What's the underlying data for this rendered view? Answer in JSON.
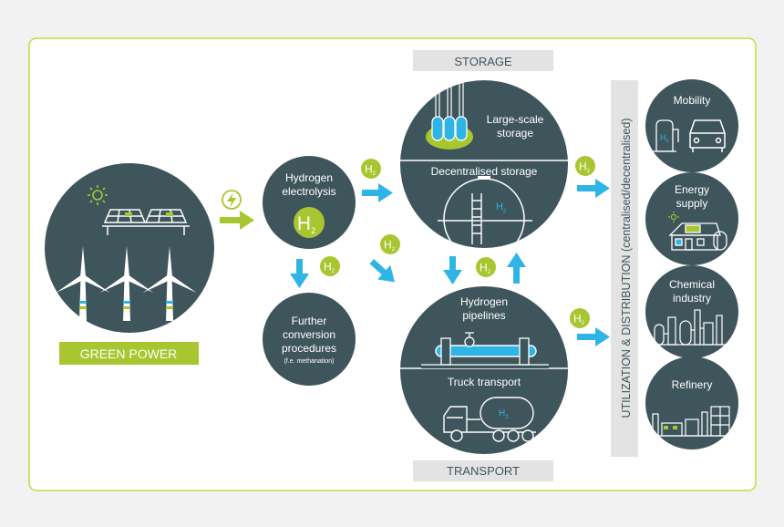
{
  "colors": {
    "page_bg": "#f2f2f2",
    "panel_bg": "#ffffff",
    "frame": "#c7d93d",
    "circle_fill": "#3f555c",
    "lime": "#a8c62f",
    "arrow_blue": "#2fb5e5",
    "label_gray": "#e3e3e3",
    "text_dark": "#3f555c",
    "icon_stroke": "#ffffff"
  },
  "labels": {
    "green_power": "GREEN POWER",
    "storage": "STORAGE",
    "transport": "TRANSPORT",
    "utilization": "UTILIZATION & DISTRIBUTION (centralised/decentralised)"
  },
  "nodes": {
    "electrolysis": {
      "line1": "Hydrogen",
      "line2": "electrolysis"
    },
    "h2_main": {
      "h": "H",
      "sub": "2"
    },
    "conversion": {
      "line1": "Further",
      "line2": "conversion",
      "line3": "procedures",
      "note": "(f.e. methanation)"
    },
    "large_storage": {
      "line1": "Large-scale",
      "line2": "storage"
    },
    "decentral_storage": {
      "label": "Decentralised storage"
    },
    "pipelines": {
      "line1": "Hydrogen",
      "line2": "pipelines"
    },
    "truck": {
      "label": "Truck transport"
    },
    "mobility": {
      "label": "Mobility"
    },
    "energy": {
      "line1": "Energy",
      "line2": "supply"
    },
    "chemical": {
      "line1": "Chemical",
      "line2": "industry"
    },
    "refinery": {
      "label": "Refinery"
    }
  },
  "h2_badge": {
    "h": "H",
    "sub": "2"
  },
  "icons": [
    "sun-icon",
    "solar-panel-icon",
    "wind-turbine-icon",
    "lightning-icon",
    "storage-tube-icon",
    "tank-icon",
    "ladder-icon",
    "pipeline-icon",
    "truck-icon",
    "fuel-pump-icon",
    "car-icon",
    "house-icon",
    "factory-icon",
    "refinery-icon"
  ]
}
